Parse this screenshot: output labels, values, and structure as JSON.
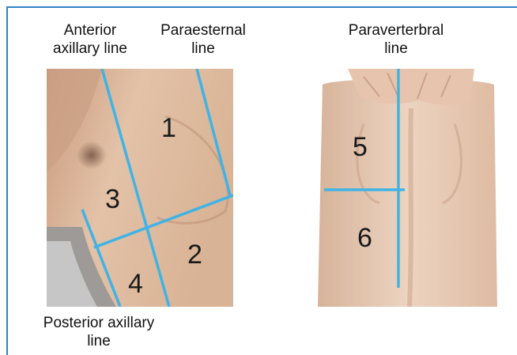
{
  "labels": {
    "anterior_axillary": [
      "Anterior",
      "axillary line"
    ],
    "paraesternal": [
      "Paraesternal",
      "line"
    ],
    "paraverterbral": [
      "Paraverterbral",
      "line"
    ],
    "posterior_axillary": [
      "Posterior axillary",
      "line"
    ]
  },
  "regions": [
    "1",
    "2",
    "3",
    "4",
    "5",
    "6"
  ],
  "colors": {
    "frame": "#2f83c6",
    "guide_line": "#3fb3e6",
    "skin_light": "#e6c7ae",
    "skin_mid": "#d3a98c",
    "skin_shadow": "#b88466",
    "text": "#111111"
  }
}
